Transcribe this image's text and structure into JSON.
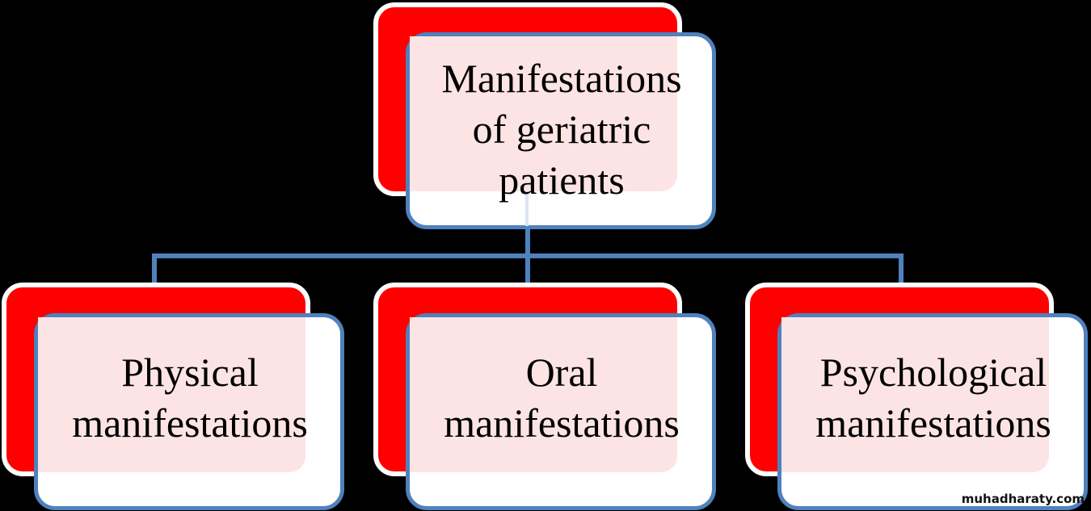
{
  "diagram": {
    "root": {
      "label": "Manifestations of geriatric patients"
    },
    "children": [
      {
        "label": "Physical manifestations"
      },
      {
        "label": "Oral manifestations"
      },
      {
        "label": "Psychological manifestations"
      }
    ]
  },
  "watermark": "muhadharaty.com",
  "colors": {
    "back_card": "#ff0000",
    "front_border": "#4f81bd",
    "background": "#000000"
  }
}
